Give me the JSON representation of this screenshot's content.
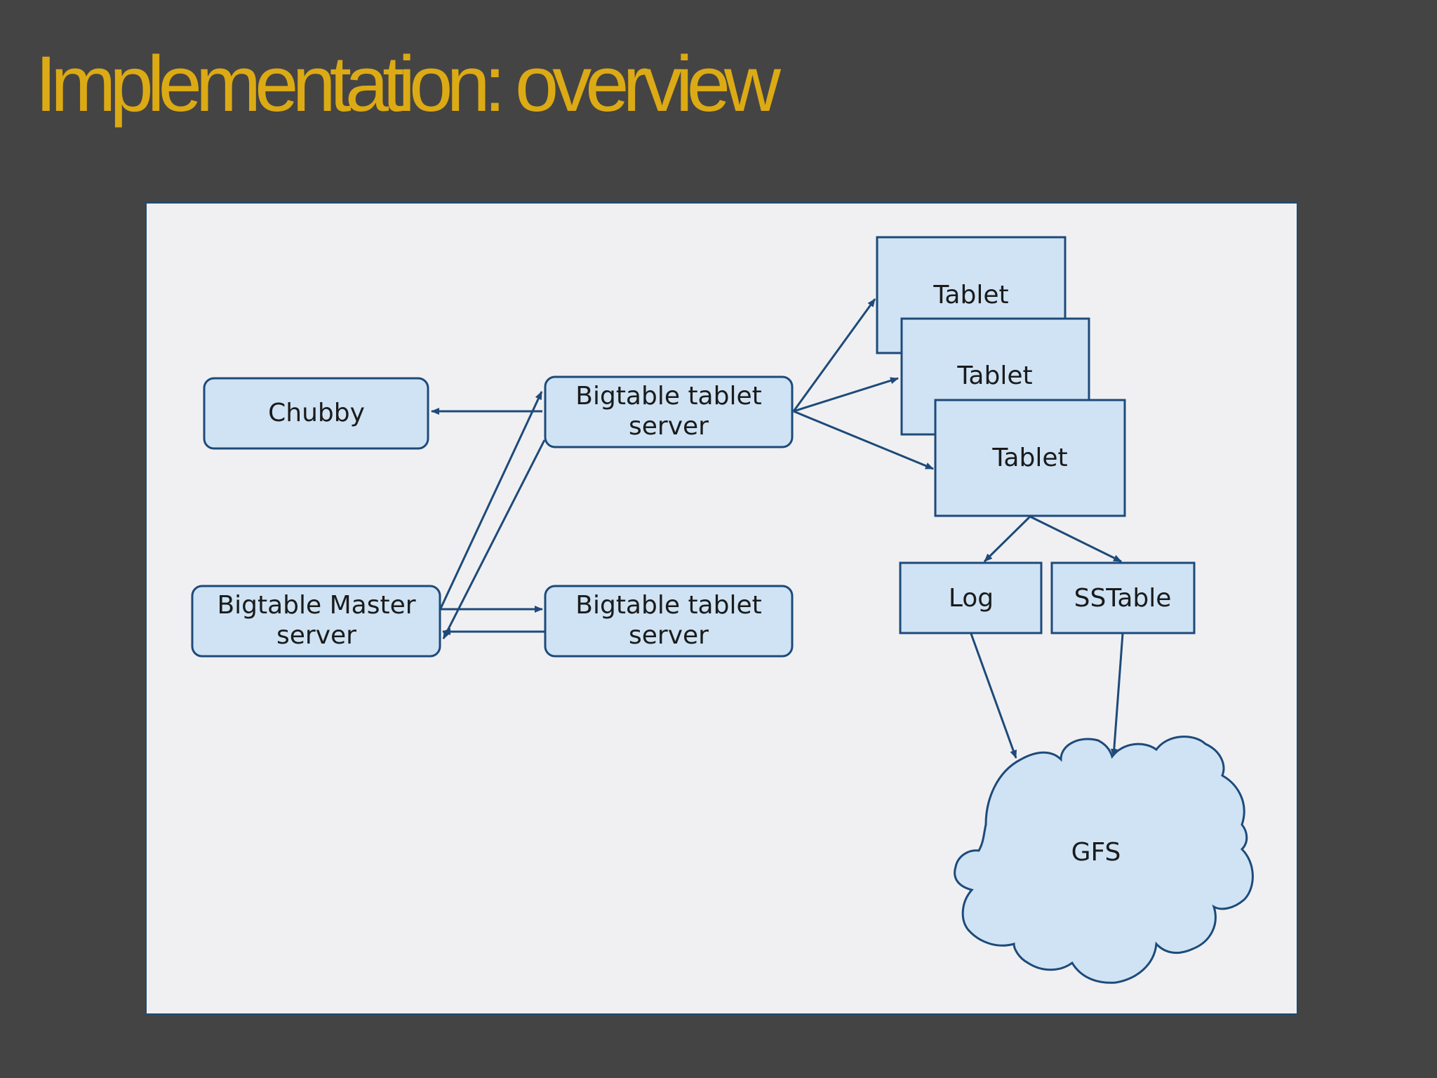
{
  "slide": {
    "title": "Implementation: overview"
  },
  "diagram": {
    "nodes": {
      "chubby": "Chubby",
      "master_server_line1": "Bigtable Master",
      "master_server_line2": "server",
      "tablet_server_top_line1": "Bigtable tablet",
      "tablet_server_top_line2": "server",
      "tablet_server_bottom_line1": "Bigtable tablet",
      "tablet_server_bottom_line2": "server",
      "tablet_1": "Tablet",
      "tablet_2": "Tablet",
      "tablet_3": "Tablet",
      "log": "Log",
      "sstable": "SSTable",
      "gfs": "GFS"
    },
    "colors": {
      "background": "#454444",
      "title": "#dcaa14",
      "panel": "#f0f0f2",
      "node_fill": "#cfe3f4",
      "node_stroke": "#1d4a7a"
    }
  }
}
